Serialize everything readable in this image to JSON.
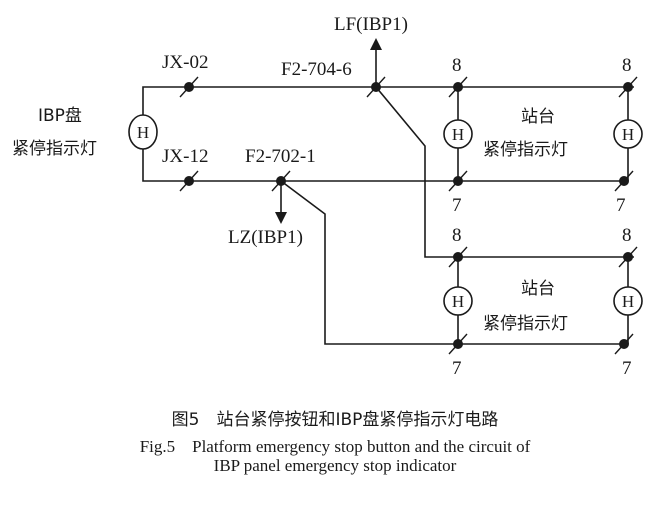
{
  "diagram": {
    "ibp_label_1": "IBP盘",
    "ibp_label_2": "紧停指示灯",
    "lamp_symbol": "H",
    "jx02": "JX-02",
    "jx12": "JX-12",
    "f2_704_6": "F2-704-6",
    "f2_702_1": "F2-702-1",
    "lf": "LF(IBP1)",
    "lz": "LZ(IBP1)",
    "term_top": "8",
    "term_bottom": "7",
    "platform_1": "站台",
    "platform_2": "紧停指示灯"
  },
  "caption": {
    "cn": "图5　站台紧停按钮和IBP盘紧停指示灯电路",
    "en_line1": "Fig.5　Platform emergency stop button and the circuit of",
    "en_line2": "IBP panel emergency stop indicator"
  }
}
